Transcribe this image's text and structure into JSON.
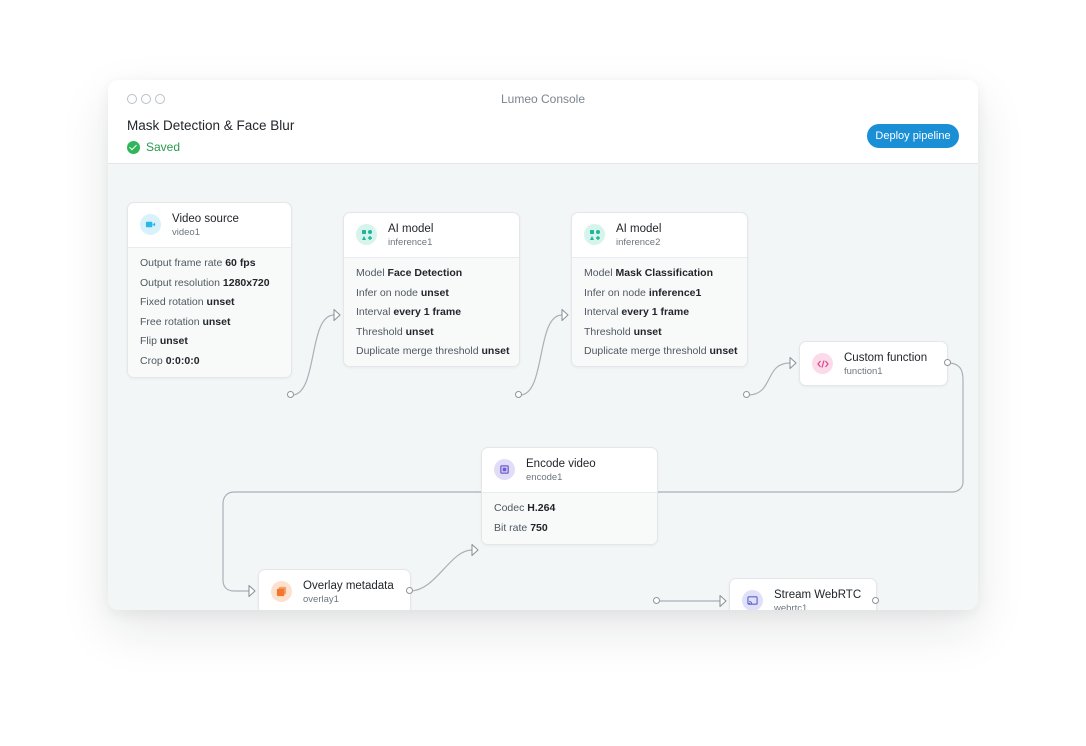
{
  "window": {
    "title": "Lumeo Console"
  },
  "pipeline": {
    "title": "Mask Detection & Face Blur",
    "status": "Saved",
    "deploy_label": "Deploy pipeline"
  },
  "colors": {
    "accent": "#1a8fd6",
    "saved": "#2fb55a",
    "video_icon": "#2bb7ea",
    "model_icon": "#1fb59a",
    "function_icon": "#e0458a",
    "overlay_icon": "#f2762e",
    "encode_icon": "#6d5bd0",
    "webrtc_icon": "#5b5fc7"
  },
  "nodes": {
    "video_source": {
      "title": "Video source",
      "id": "video1",
      "icon": "video-camera-icon",
      "props": [
        {
          "label": "Output frame rate",
          "value": "60 fps"
        },
        {
          "label": "Output resolution",
          "value": "1280x720"
        },
        {
          "label": "Fixed rotation",
          "value": "unset"
        },
        {
          "label": "Free rotation",
          "value": "unset"
        },
        {
          "label": "Flip",
          "value": "unset"
        },
        {
          "label": "Crop",
          "value": "0:0:0:0"
        }
      ]
    },
    "ai_model_1": {
      "title": "AI model",
      "id": "inference1",
      "icon": "shapes-icon",
      "props": [
        {
          "label": "Model",
          "value": "Face Detection"
        },
        {
          "label": "Infer on node",
          "value": "unset"
        },
        {
          "label": "Interval",
          "value": "every 1 frame"
        },
        {
          "label": "Threshold",
          "value": "unset"
        },
        {
          "label": "Duplicate merge threshold",
          "value": "unset"
        }
      ]
    },
    "ai_model_2": {
      "title": "AI model",
      "id": "inference2",
      "icon": "shapes-icon",
      "props": [
        {
          "label": "Model",
          "value": "Mask Classification"
        },
        {
          "label": "Infer on node",
          "value": "inference1"
        },
        {
          "label": "Interval",
          "value": "every 1 frame"
        },
        {
          "label": "Threshold",
          "value": "unset"
        },
        {
          "label": "Duplicate merge threshold",
          "value": "unset"
        }
      ]
    },
    "custom_function": {
      "title": "Custom function",
      "id": "function1",
      "icon": "code-icon"
    },
    "overlay": {
      "title": "Overlay metadata",
      "id": "overlay1",
      "icon": "layers-icon"
    },
    "encode": {
      "title": "Encode video",
      "id": "encode1",
      "icon": "film-icon",
      "props": [
        {
          "label": "Codec",
          "value": "H.264"
        },
        {
          "label": "Bit rate",
          "value": "750"
        }
      ]
    },
    "webrtc": {
      "title": "Stream WebRTC",
      "id": "webrtc1",
      "icon": "cast-icon"
    }
  }
}
